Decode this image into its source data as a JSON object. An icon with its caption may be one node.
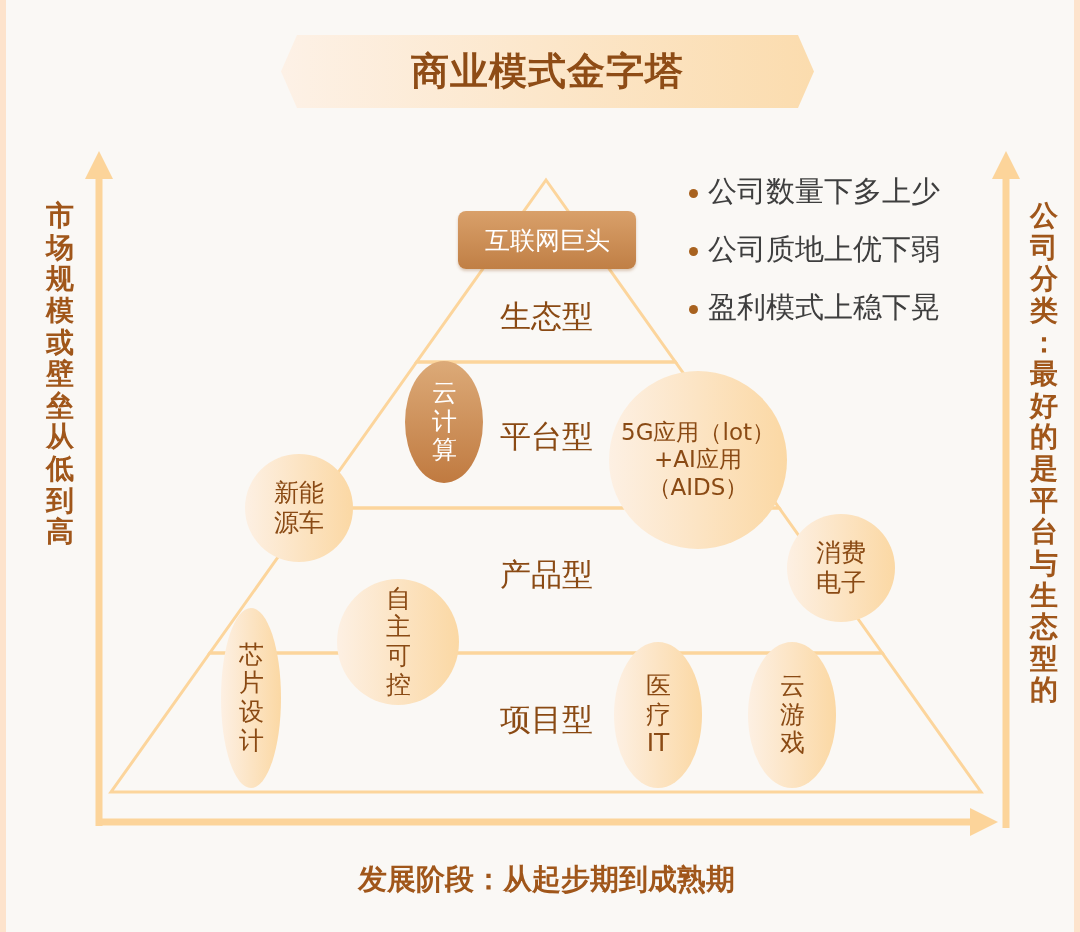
{
  "diagram": {
    "title": "商业模式金字塔",
    "nodes": [
      {
        "text": [
          "互联网巨头"
        ]
      },
      {
        "text": [
          "生态型"
        ]
      },
      {
        "text": [
          "云计算"
        ]
      },
      {
        "text": [
          "平台型"
        ]
      },
      {
        "text": [
          "5G应用（lot）+AI应用（AIDS）"
        ]
      },
      {
        "text": [
          "新能源车"
        ]
      },
      {
        "text": [
          "消费电子"
        ]
      },
      {
        "text": [
          "产品型"
        ]
      },
      {
        "text": [
          "自主可控"
        ]
      },
      {
        "text": [
          "芯片设计"
        ]
      },
      {
        "text": [
          "项目型"
        ]
      },
      {
        "text": [
          "医疗IT"
        ]
      },
      {
        "text": [
          "云游戏"
        ]
      }
    ],
    "labels": [
      "公司数量下多上少",
      "公司质地上优下弱",
      "盈利模式上稳下晃",
      "市场规模或壁垒从低到高",
      "公司分类：最好的是平台与生态型的",
      "发展阶段：从起步期到成熟期"
    ]
  }
}
